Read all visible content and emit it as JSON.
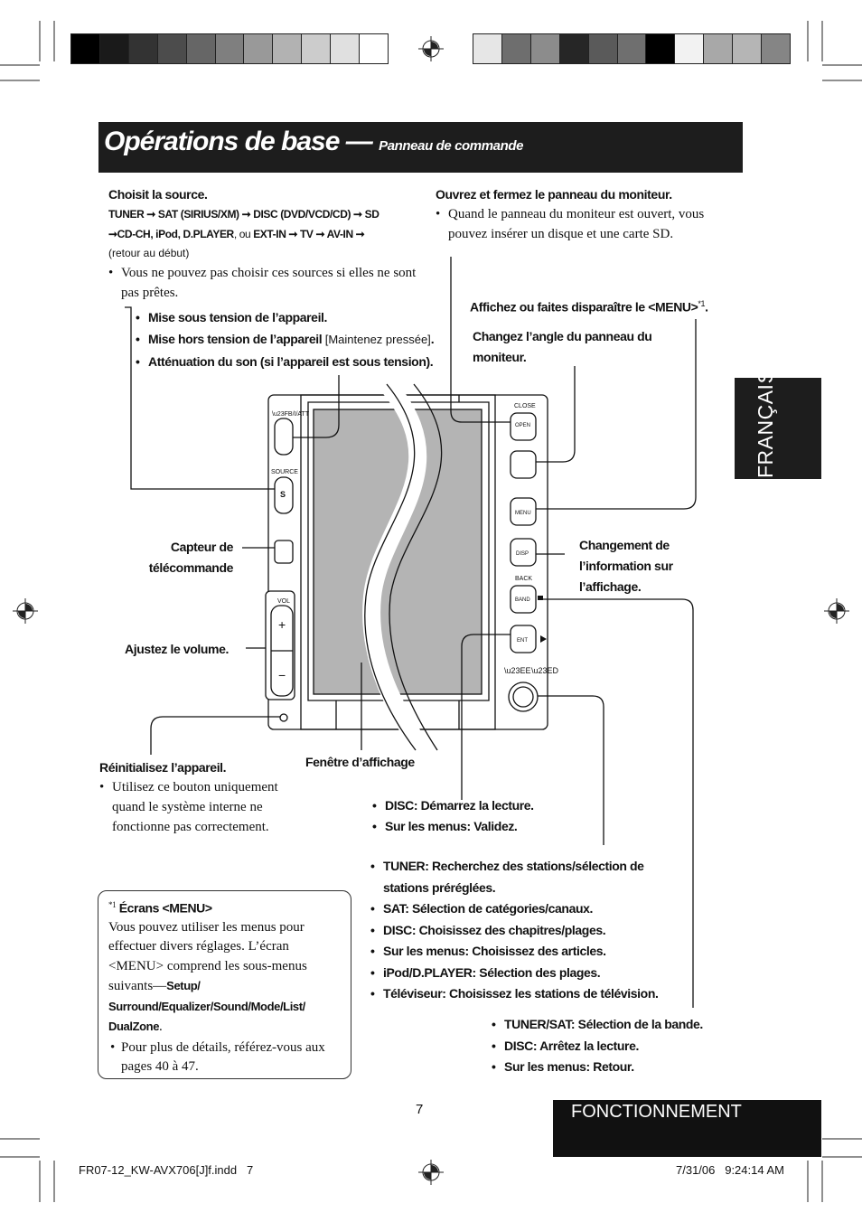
{
  "color_bar_left": [
    "#000000",
    "#1a1a1a",
    "#333333",
    "#4c4c4c",
    "#666666",
    "#7f7f7f",
    "#999999",
    "#b2b2b2",
    "#cccccc",
    "#e0e0e0",
    "#ffffff"
  ],
  "color_bar_right": [
    "#e6e6e6",
    "#6e6e6e",
    "#8c8c8c",
    "#262626",
    "#5a5a5a",
    "#6f6f6f",
    "#000000",
    "#f2f2f2",
    "#a8a8a8",
    "#b5b5b5",
    "#858585"
  ],
  "title": {
    "main": "Opérations de base —",
    "sub": "Panneau de commande"
  },
  "language_tab": "FRANÇAIS",
  "source": {
    "heading": "Choisit la source.",
    "seq_line1": [
      "TUNER",
      "SAT (SIRIUS/XM)",
      "DISC (DVD/VCD/CD)",
      "SD"
    ],
    "seq_line2a": "CD-CH, iPod, D.PLAYER",
    "seq_ou": ", ou",
    "seq_line2b": [
      "EXT-IN",
      "TV",
      "AV-IN"
    ],
    "seq_back": "(retour au début)",
    "note": "Vous ne pouvez pas choisir ces sources si elles ne sont pas prêtes."
  },
  "power": {
    "item1": "Mise sous tension de l’appareil.",
    "item2_bold": "Mise hors tension de l’appareil",
    "item2_extra": "[Maintenez pressée]",
    "item3": "Atténuation du son (si l’appareil est sous tension)."
  },
  "open_panel": {
    "heading": "Ouvrez et fermez le panneau du moniteur.",
    "note": "Quand le panneau du moniteur est ouvert, vous pouvez insérer un disque et une carte SD."
  },
  "menu_label": {
    "text": "Affichez ou faites disparaître le <MENU>",
    "ref": "*1",
    "end": "."
  },
  "angle": {
    "line1": "Changez l’angle du panneau du",
    "line2": "moniteur."
  },
  "sensor": {
    "line1": "Capteur de",
    "line2": "télécommande"
  },
  "disp": {
    "line1": "Changement de",
    "line2": "l’information sur",
    "line3": "l’affichage."
  },
  "volume": "Ajustez le volume.",
  "reset": {
    "heading": "Réinitialisez l’appareil.",
    "note": "Utilisez ce bouton uniquement quand le système interne ne fonctionne pas correctement."
  },
  "display_window": "Fenêtre d’affichage",
  "enter": [
    "DISC: Démarrez la lecture.",
    "Sur les menus: Validez."
  ],
  "knob": [
    "TUNER: Recherchez des stations/sélection de stations préréglées.",
    "SAT: Sélection de catégories/canaux.",
    "DISC: Choisissez des chapitres/plages.",
    "Sur les menus: Choisissez des articles.",
    "iPod/D.PLAYER: Sélection des plages.",
    "Téléviseur: Choisissez les stations de télévision."
  ],
  "band": [
    "TUNER/SAT: Sélection de la bande.",
    "DISC: Arrêtez la lecture.",
    "Sur les menus: Retour."
  ],
  "menu_box": {
    "ref": "*1",
    "heading": "Écrans <MENU>",
    "body": "Vous pouvez utiliser les menus pour effectuer divers réglages. L’écran <MENU> comprend les sous-menus suivants—",
    "submenus": [
      "Setup",
      "Surround",
      "Equalizer",
      "Sound",
      "Mode",
      "List",
      "DualZone"
    ],
    "note": "Pour plus de détails, référez-vous aux pages 40 à 47."
  },
  "device_labels": {
    "power": "⏻/I/ATT",
    "source": "SOURCE",
    "source_btn": "S",
    "vol": "VOL",
    "close": "CLOSE",
    "open": "OPEN",
    "menu": "MENU",
    "disp": "DISP",
    "back": "BACK",
    "band": "BAND",
    "ent": "ENT",
    "prev": "⏮",
    "next": "⏭"
  },
  "page_number": "7",
  "section": "FONCTIONNEMENT",
  "file_info": "FR07-12_KW-AVX706[J]f.indd   7",
  "date_info": "7/31/06   9:24:14 AM"
}
